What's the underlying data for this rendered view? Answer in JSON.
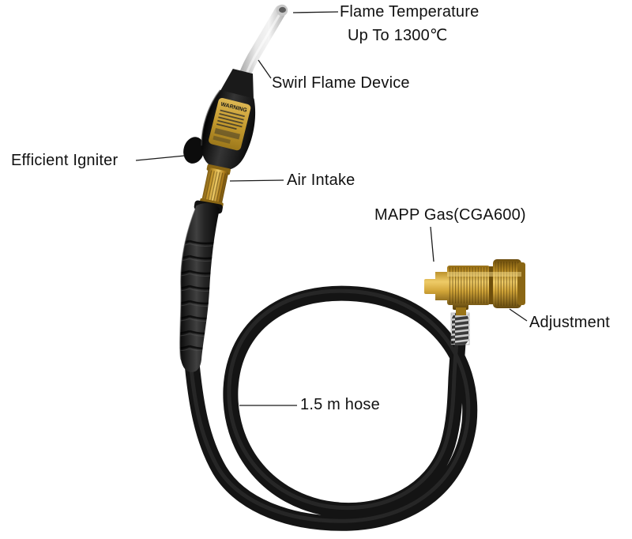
{
  "page": {
    "background": "#ffffff",
    "text_color": "#111111"
  },
  "labels": {
    "flame_temperature": {
      "line1": "Flame Temperature",
      "line2": "Up To 1300℃"
    },
    "swirl": "Swirl Flame Device",
    "igniter": "Efficient Igniter",
    "air_intake": "Air Intake",
    "mapp_gas": "MAPP Gas(CGA600)",
    "adjustment": "Adjustment",
    "hose": "1.5 m hose"
  },
  "product": {
    "sticker_text": "WARNING",
    "colors": {
      "body_black": "#1b1b1b",
      "brass": "#b08423",
      "steel": "#c9c9c9",
      "hose_black": "#161616"
    }
  }
}
